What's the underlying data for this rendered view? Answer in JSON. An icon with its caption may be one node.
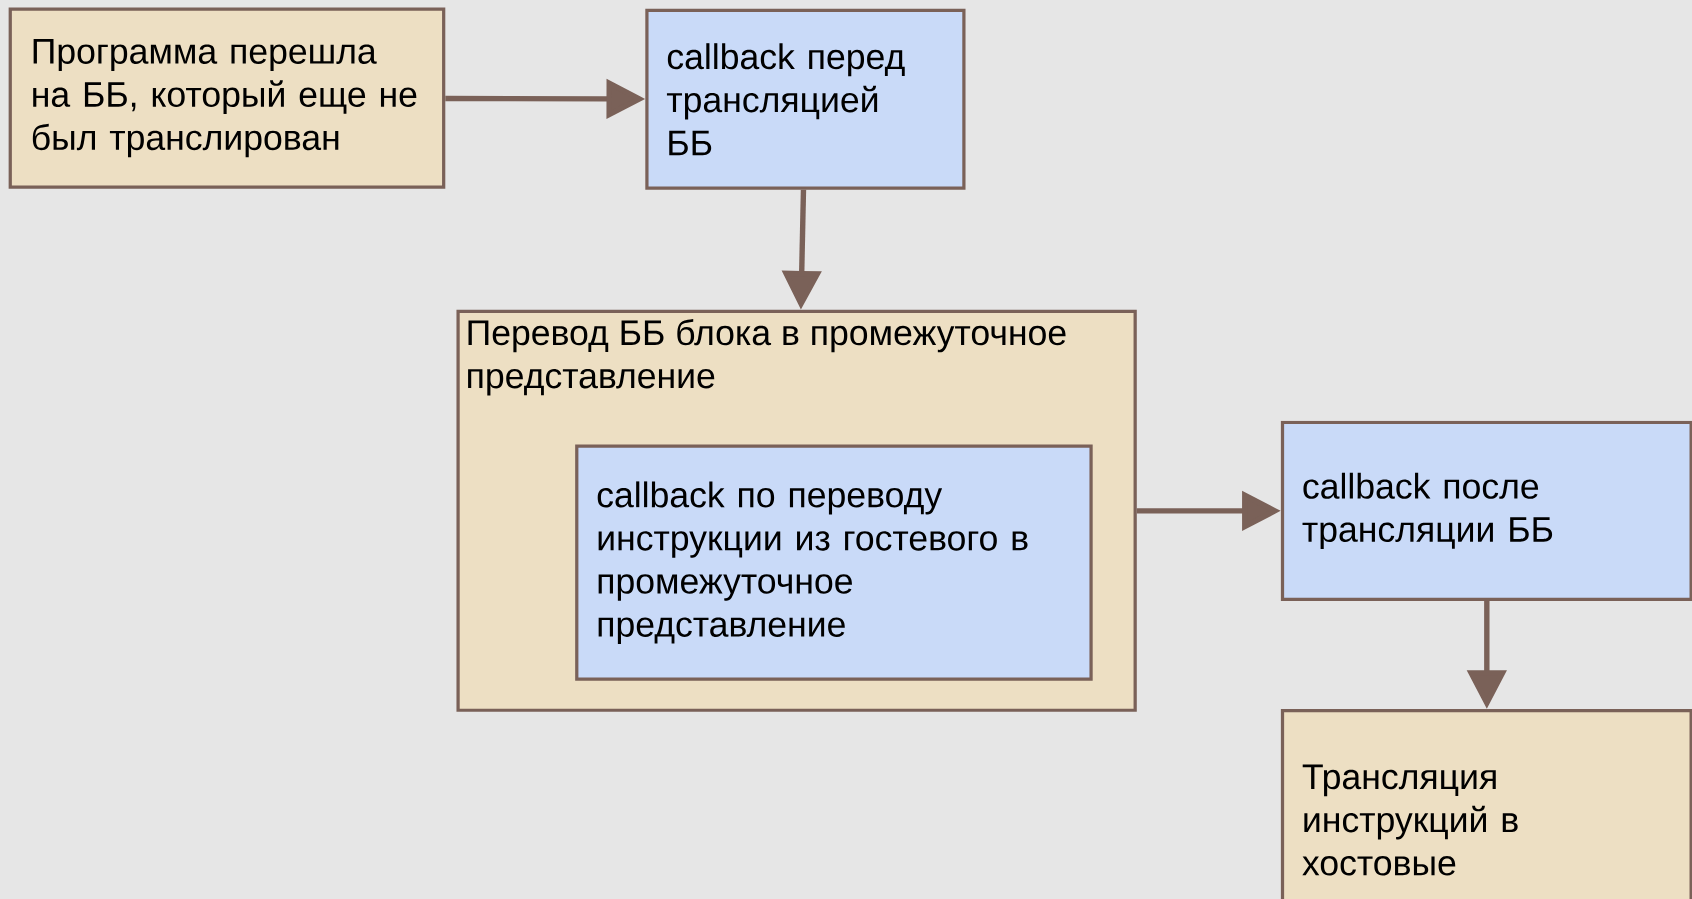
{
  "diagram": {
    "nodes": [
      {
        "text": [
          "Программа перешла на ББ, который еще не был транслирован"
        ]
      },
      {
        "text": [
          "callback перед трансляцией ББ"
        ]
      },
      {
        "text": [
          "Перевод ББ блока в промежуточное представление"
        ]
      },
      {
        "text": [
          "callback по переводу инструкции из гостевого в промежуточное представление"
        ],
        "in": 2
      },
      {
        "text": [
          "callback после трансляции ББ"
        ]
      },
      {
        "text": [
          "Трансляция инструкций в хостовые"
        ]
      }
    ],
    "edges": [
      {
        "from": 0,
        "to": 1,
        "arrow": "to"
      },
      {
        "from": 1,
        "to": 2,
        "arrow": "to"
      },
      {
        "from": 2,
        "to": 4,
        "arrow": "to"
      },
      {
        "from": 4,
        "to": 5,
        "arrow": "to"
      }
    ]
  }
}
